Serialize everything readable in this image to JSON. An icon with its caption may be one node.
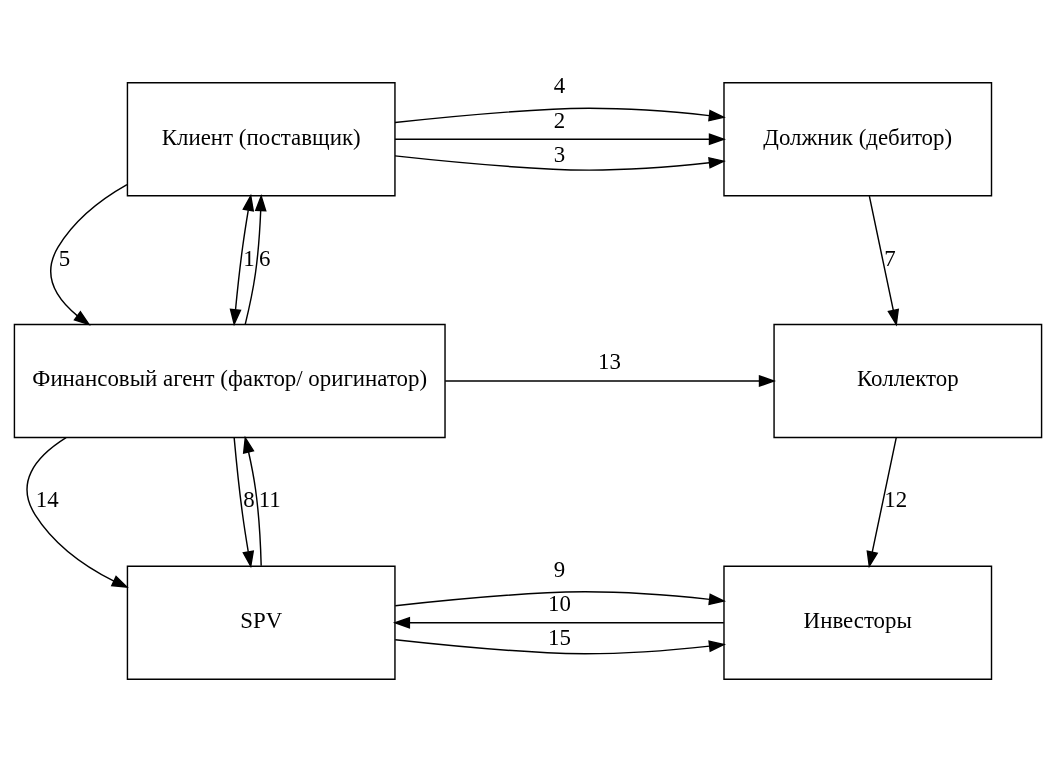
{
  "diagram": {
    "nodes": [
      {
        "text": [
          "Клиент (поставщик)"
        ]
      },
      {
        "text": [
          "Должник (дебитор)"
        ]
      },
      {
        "text": [
          "Финансовый агент (фактор/ оригинатор)"
        ]
      },
      {
        "text": [
          "Коллектор"
        ]
      },
      {
        "text": [
          "SPV"
        ]
      },
      {
        "text": [
          "Инвесторы"
        ]
      }
    ],
    "edges": [
      {
        "from": 0,
        "to": 1,
        "arrow": "to",
        "label": "2"
      },
      {
        "from": 0,
        "to": 1,
        "arrow": "to",
        "label": "3"
      },
      {
        "from": 0,
        "to": 1,
        "arrow": "to",
        "label": "4"
      },
      {
        "from": 2,
        "to": 0,
        "arrow": "to",
        "label": "6"
      },
      {
        "from": 0,
        "to": 2,
        "arrow": "to",
        "label": "5"
      },
      {
        "from": 0,
        "to": 2,
        "arrow": "both",
        "label": "1"
      },
      {
        "from": 1,
        "to": 3,
        "arrow": "to",
        "label": "7"
      },
      {
        "from": 2,
        "to": 3,
        "arrow": "to",
        "label": "13"
      },
      {
        "from": 2,
        "to": 4,
        "arrow": "to",
        "label": "14"
      },
      {
        "from": 4,
        "to": 2,
        "arrow": "to",
        "label": "11"
      },
      {
        "from": 2,
        "to": 4,
        "arrow": "to",
        "label": "8"
      },
      {
        "from": 3,
        "to": 5,
        "arrow": "to",
        "label": "12"
      },
      {
        "from": 4,
        "to": 5,
        "arrow": "to",
        "label": "9"
      },
      {
        "from": 5,
        "to": 4,
        "arrow": "to",
        "label": "10"
      },
      {
        "from": 4,
        "to": 5,
        "arrow": "to",
        "label": "15"
      }
    ]
  }
}
